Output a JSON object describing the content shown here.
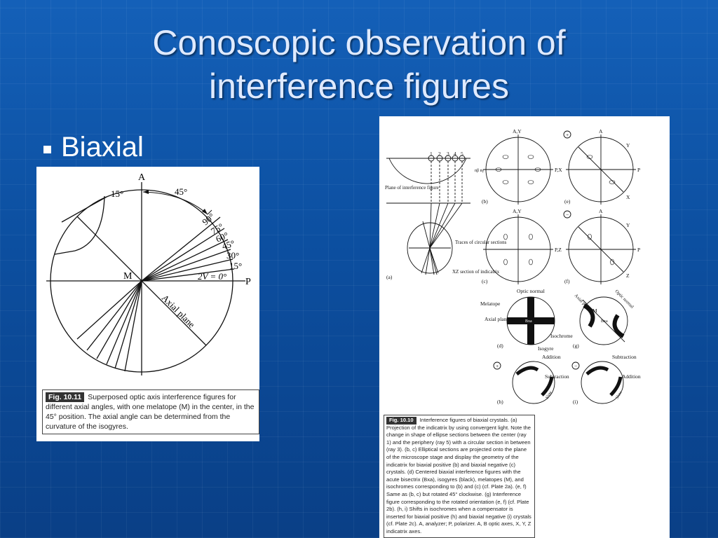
{
  "slide": {
    "title_line1": "Conoscopic observation of",
    "title_line2": "interference figures",
    "bullet": "Biaxial"
  },
  "fig_left": {
    "tag": "Fig. 10.11",
    "caption": "Superposed optic axis interference figures for different axial angles, with one melatope (M) in the center, in the 45° position. The axial angle can be determined from the curvature of the isogyres.",
    "labels": {
      "A": "A",
      "P": "P",
      "M": "M",
      "deg15": "15°",
      "deg45": "45°",
      "d90": "90°",
      "d75": "75°",
      "d60": "60°",
      "d45": "45°",
      "d30": "30°",
      "d15": "15°",
      "twoV": "2V = 0°",
      "axial_plane": "Axial plane"
    }
  },
  "fig_right": {
    "tag": "Fig. 10.10",
    "caption": "Interference figures of biaxial crystals. (a) Projection of the indicatrix by using convergent light. Note the change in shape of ellipse sections between the center (ray 1) and the periphery (ray 5) with a circular section in between (ray 3). (b, c) Elliptical sections are projected onto the plane of the microscope stage and display the geometry of the indicatrix for biaxial positive (b) and biaxial negative (c) crystals. (d) Centered biaxial interference figures with the acute bisectrix (Bxa), isogyres (black), melatopes (M), and isochromes corresponding to (b) and (c) (cf. Plate 2a). (e, f) Same as (b, c) but rotated 45° clockwise. (g) Interference figure corresponding to the rotated orientation (e, f) (cf. Plate 2b). (h, i) Shifts in isochromes when a compensator is inserted for biaxial positive (h) and biaxial negative (i) crystals (cf. Plate 2c). A, analyzer; P, polarizer. A, B optic axes, X, Y, Z indicatrix axes.",
    "labels": {
      "rays": [
        "1",
        "2",
        "3",
        "4",
        "5"
      ],
      "plane_of_interference": "Plane of interference figure",
      "traces": "Traces of circular sections",
      "xz_section": "XZ section of indicatrix",
      "a": "(a)",
      "b": "(b)",
      "c": "(c)",
      "d": "(d)",
      "e": "(e)",
      "f": "(f)",
      "g": "(g)",
      "h": "(h)",
      "i": "(i)",
      "AY": "A,Y",
      "A": "A",
      "PX": "P,X",
      "PZ": "P,Z",
      "P": "P",
      "X": "X",
      "Y": "Y",
      "Z": "Z",
      "ngnb": "nβ nγ",
      "plus": "+",
      "minus": "−",
      "optic_normal": "Optic normal",
      "melatope": "Melatope",
      "axial_plane": "Axial plane",
      "bxa": "Bxa",
      "M": "M",
      "isochrome": "Isochrome",
      "isogyre": "Isogyre",
      "axial_plane_g": "Axial plane",
      "optic_normal_g": "Optic normal",
      "addition": "Addition",
      "subtraction": "Subtraction",
      "slow": "Slow"
    }
  }
}
